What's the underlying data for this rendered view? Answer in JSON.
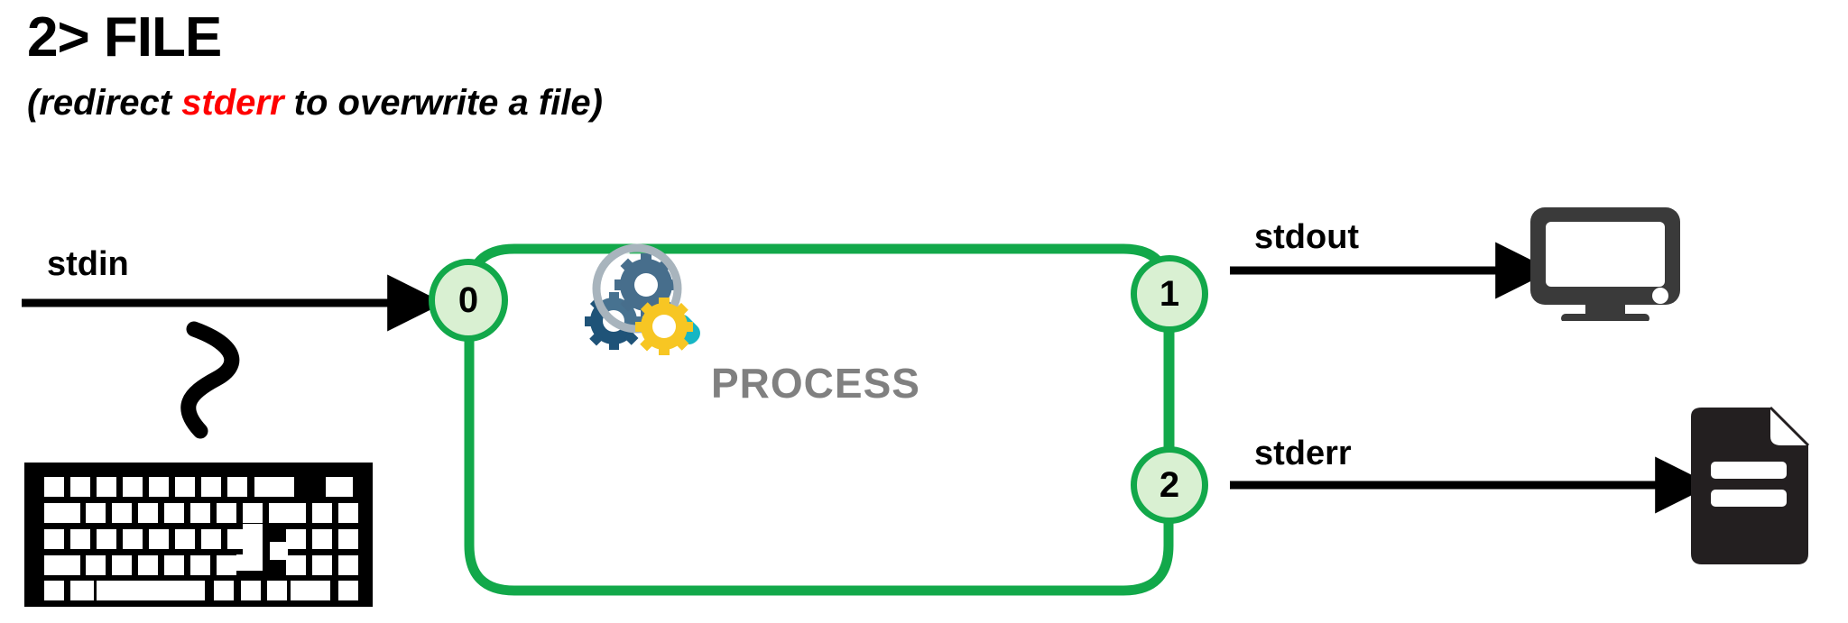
{
  "heading": {
    "title": "2> FILE",
    "subtitle_prefix": "(redirect ",
    "subtitle_highlight": "stderr",
    "subtitle_suffix": " to overwrite a file)"
  },
  "diagram": {
    "process_label": "PROCESS",
    "nodes": [
      {
        "id": "0",
        "label": "0",
        "name": "stdin-descriptor"
      },
      {
        "id": "1",
        "label": "1",
        "name": "stdout-descriptor"
      },
      {
        "id": "2",
        "label": "2",
        "name": "stderr-descriptor"
      }
    ],
    "streams": [
      {
        "label": "stdin",
        "direction": "in"
      },
      {
        "label": "stdout",
        "direction": "out"
      },
      {
        "label": "stderr",
        "direction": "out"
      }
    ],
    "icons": [
      {
        "name": "keyboard-icon",
        "meaning": "input device"
      },
      {
        "name": "cable-squiggle-icon",
        "meaning": "connection cable"
      },
      {
        "name": "gears-magnifier-icon",
        "meaning": "process internals"
      },
      {
        "name": "monitor-icon",
        "meaning": "terminal display"
      },
      {
        "name": "file-document-icon",
        "meaning": "output file"
      }
    ],
    "colors": {
      "green_stroke": "#12a84a",
      "node_fill": "#d9f0d2",
      "process_text": "#808080",
      "highlight_red": "#ff0000",
      "monitor_dark": "#3a3a3a",
      "file_dark": "#231f20"
    }
  }
}
